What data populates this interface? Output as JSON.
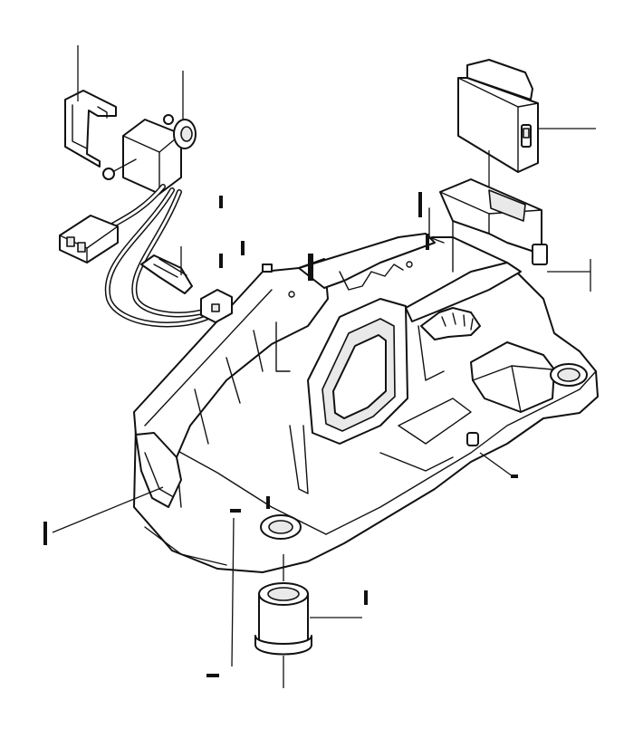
{
  "diagram": {
    "parts": [
      {
        "name": "retaining-clip"
      },
      {
        "name": "solenoid-lock"
      },
      {
        "name": "wire-connector"
      },
      {
        "name": "cable-tie"
      },
      {
        "name": "wiring-harness"
      },
      {
        "name": "selector-indicator-cover"
      },
      {
        "name": "indicator-housing"
      },
      {
        "name": "gear-selector-base"
      },
      {
        "name": "bushing"
      }
    ]
  }
}
